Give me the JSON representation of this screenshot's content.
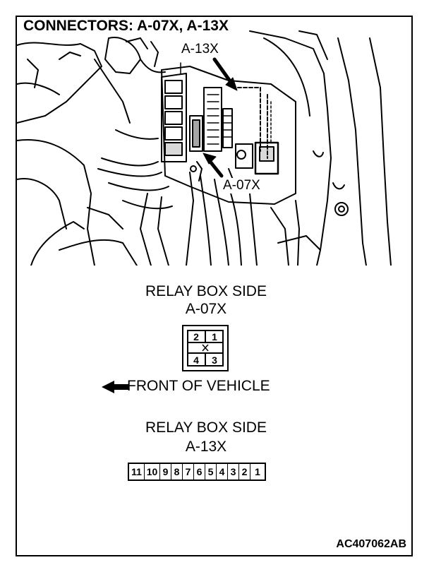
{
  "header": {
    "title": "CONNECTORS: A-07X, A-13X"
  },
  "photo": {
    "callout_a13x": "A-13X",
    "callout_a07x": "A-07X"
  },
  "connector_a07x": {
    "side_label": "RELAY BOX SIDE",
    "id_label": "A-07X",
    "pins": [
      "2",
      "1",
      "4",
      "3"
    ]
  },
  "orientation": {
    "label": "FRONT OF VEHICLE"
  },
  "connector_a13x": {
    "side_label": "RELAY BOX SIDE",
    "id_label": "A-13X",
    "pins": [
      "11",
      "10",
      "9",
      "8",
      "7",
      "6",
      "5",
      "4",
      "3",
      "2",
      "1"
    ]
  },
  "footer": {
    "figure_code": "AC407062AB"
  },
  "colors": {
    "line": "#000000",
    "background": "#ffffff"
  }
}
